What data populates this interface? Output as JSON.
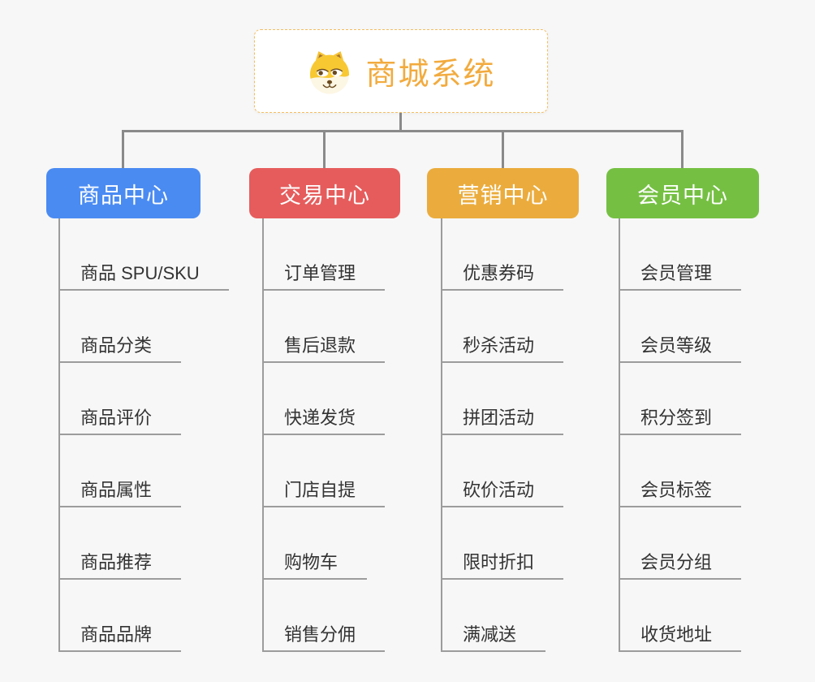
{
  "root": {
    "title": "商城系统",
    "icon": "dog-icon",
    "title_color": "#f2ab3e",
    "border_color": "#f5bd62"
  },
  "branches": [
    {
      "label": "商品中心",
      "color": "#4a8bf2",
      "children": [
        "商品 SPU/SKU",
        "商品分类",
        "商品评价",
        "商品属性",
        "商品推荐",
        "商品品牌"
      ]
    },
    {
      "label": "交易中心",
      "color": "#e65c5c",
      "children": [
        "订单管理",
        "售后退款",
        "快递发货",
        "门店自提",
        "购物车",
        "销售分佣"
      ]
    },
    {
      "label": "营销中心",
      "color": "#ebac3d",
      "children": [
        "优惠券码",
        "秒杀活动",
        "拼团活动",
        "砍价活动",
        "限时折扣",
        "满减送"
      ]
    },
    {
      "label": "会员中心",
      "color": "#75c043",
      "children": [
        "会员管理",
        "会员等级",
        "积分签到",
        "会员标签",
        "会员分组",
        "收货地址"
      ]
    }
  ]
}
